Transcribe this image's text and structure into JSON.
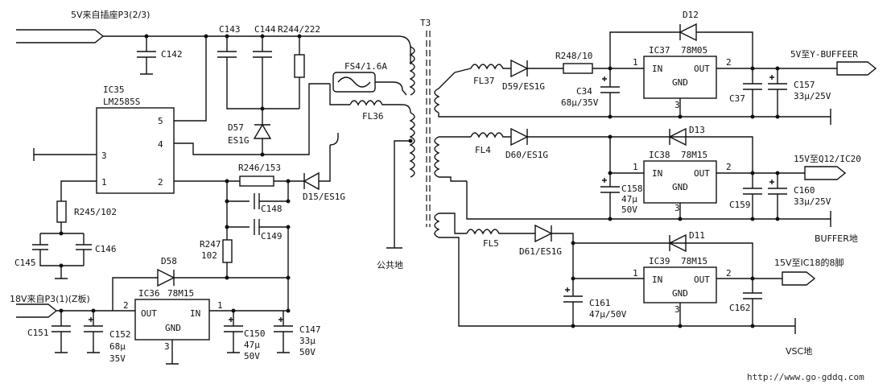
{
  "labels": {
    "p3_in": "5V来自插座P3(2/3)",
    "c142": "C142",
    "c143": "C143",
    "c144": "C144",
    "r244": "R244/222",
    "t3": "T3",
    "fs4": "FS4/1.6A",
    "ic35": "IC35",
    "lm2585": "LM2585S",
    "d57": "D57",
    "es1g": "ES1G",
    "fl36": "FL36",
    "r246": "R246/153",
    "d15": "D15/ES1G",
    "c148": "C148",
    "c149": "C149",
    "r245": "R245/102",
    "c145": "C145",
    "c146": "C146",
    "r247": "R247",
    "r247v": "102",
    "d58": "D58",
    "ic36": "IC36",
    "ic36p": "78M15",
    "in18": "18V来自P3(1)(Z板)",
    "c151": "C151",
    "c152": "C152",
    "v68u": "68μ",
    "v35v": "35V",
    "c150": "C150",
    "v47u": "47μ",
    "v50v": "50V",
    "c147": "C147",
    "v33u": "33μ",
    "gnd_cn": "公共地",
    "out": "OUT",
    "in": "IN",
    "gnd": "GND",
    "p1": "1",
    "p2": "2",
    "p3": "3",
    "p4": "4",
    "p5": "5",
    "d12": "D12",
    "fl37": "FL37",
    "d59": "D59/ES1G",
    "r248": "R248/10",
    "ic37": "IC37",
    "ic37p": "78M05",
    "c34": "C34",
    "c34v": "68μ/35V",
    "c37": "C37",
    "c157": "C157",
    "c157v": "33μ/25V",
    "out5": "5V至Y-BUFFEER",
    "d13": "D13",
    "fl4": "FL4",
    "d60": "D60/ES1G",
    "ic38": "IC38",
    "ic38p": "78M15",
    "c158": "C158",
    "c159": "C159",
    "c160": "C160",
    "c160v": "33μ/25V",
    "out15a": "15V至Q12/IC20",
    "buffer_gnd": "BUFFER地",
    "d11": "D11",
    "fl5": "FL5",
    "d61": "D61/ES1G",
    "ic39": "IC39",
    "ic39p": "78M15",
    "c161": "C161",
    "c161v": "47μ/50V",
    "c162": "C162",
    "out15b": "15V至IC18的8脚",
    "vsc_gnd": "VSC地",
    "url": "http://www.go-gddq.com"
  }
}
